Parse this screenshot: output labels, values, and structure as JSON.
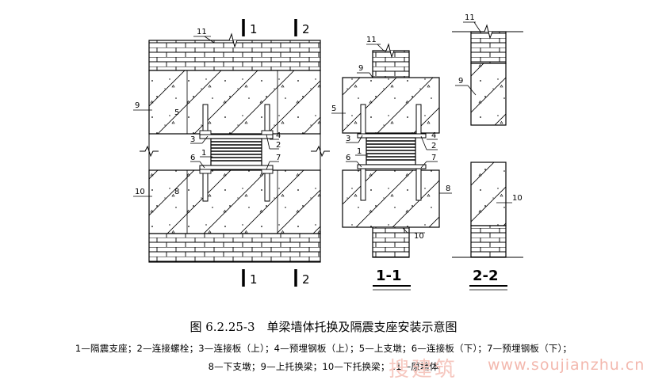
{
  "caption": {
    "title": "图 6.2.25-3　单梁墙体托换及隔震支座安装示意图",
    "legend_line1": "1—隔震支座；2—连接螺栓；3—连接板（上）；4—预埋钢板（上）；5—上支墩；6—连接板（下）；7—预埋钢板（下）；",
    "legend_line2": "8—下支墩；9—上托换梁；10—下托换梁；11—原墙体"
  },
  "section_marks": {
    "cut1": "1",
    "cut2": "2"
  },
  "view_titles": {
    "section_1_1": "1-1",
    "section_2_2": "2-2"
  },
  "callouts": {
    "n1": "1",
    "n2": "2",
    "n3": "3",
    "n4": "4",
    "n5": "5",
    "n6": "6",
    "n7": "7",
    "n8": "8",
    "n9": "9",
    "n10": "10",
    "n11": "11"
  },
  "watermark": {
    "text": "搜建筑",
    "url": "www.soujianzhu.cn"
  }
}
